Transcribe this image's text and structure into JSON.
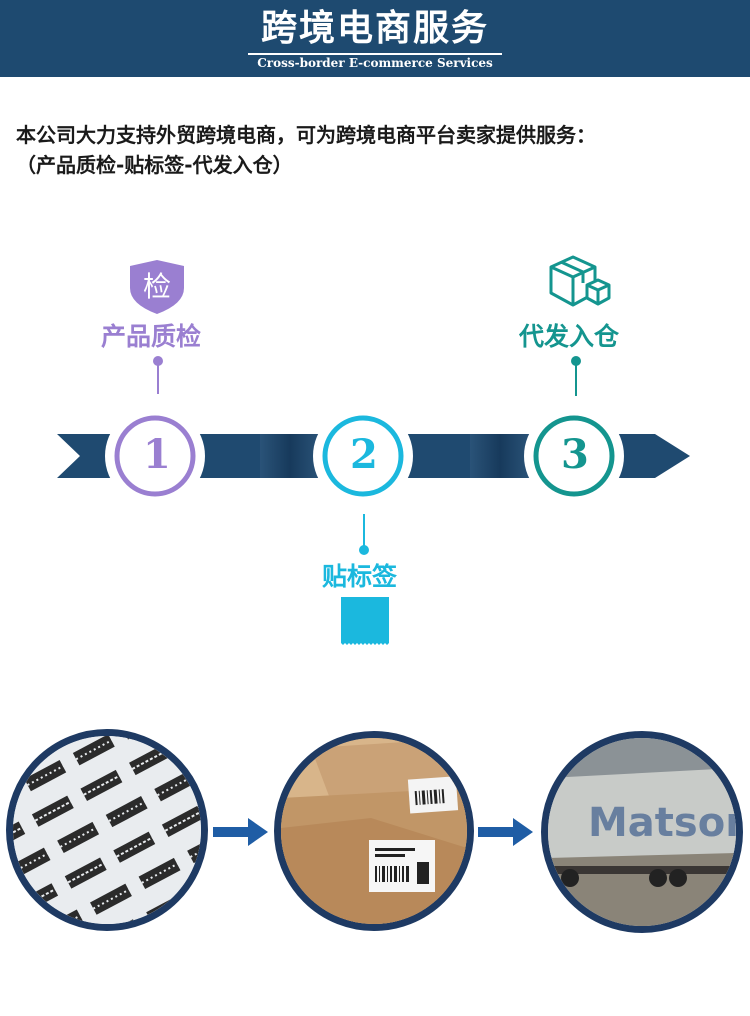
{
  "header": {
    "title": "跨境电商服务",
    "subtitle": "Cross-border E-commerce Services"
  },
  "intro": {
    "line1": "本公司大力支持外贸跨境电商，可为跨境电商平台卖家提供服务：",
    "line2": "（产品质检-贴标签-代发入仓）"
  },
  "steps": [
    {
      "number": "1",
      "label": "产品质检",
      "icon": "shield-inspect-icon",
      "icon_text": "检",
      "color": "#9a7fd1"
    },
    {
      "number": "2",
      "label": "贴标签",
      "icon": "label-tag-icon",
      "color": "#1bb8de"
    },
    {
      "number": "3",
      "label": "代发入仓",
      "icon": "package-boxes-icon",
      "color": "#14958f"
    }
  ],
  "colors": {
    "header_bg": "#1e4a70",
    "arrow_band": "#1f4a70",
    "flow_arrow": "#1f5da5",
    "photo_ring": "#1e3a63"
  },
  "photos": [
    {
      "icon": "barcode-labels-photo"
    },
    {
      "icon": "cardboard-boxes-photo"
    },
    {
      "icon": "container-truck-photo"
    }
  ],
  "truck_text": "Matson"
}
